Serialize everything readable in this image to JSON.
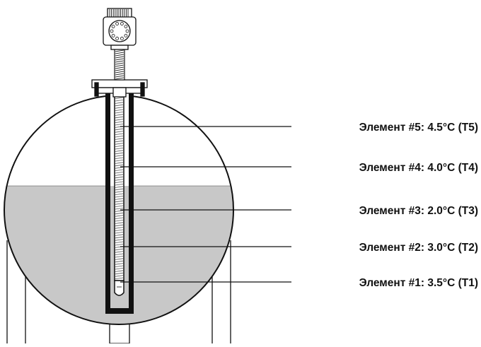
{
  "diagram": {
    "elements": [
      {
        "id": "T5",
        "label": "Элемент #5: 4.5°C (T5)"
      },
      {
        "id": "T4",
        "label": "Элемент #4: 4.0°C (T4)"
      },
      {
        "id": "T3",
        "label": "Элемент #3: 2.0°C (T3)"
      },
      {
        "id": "T2",
        "label": "Элемент #2: 3.0°C (T2)"
      },
      {
        "id": "T1",
        "label": "Элемент #1: 3.5°C (T1)"
      }
    ]
  },
  "colors": {
    "liquid": "#c8c8c8",
    "outline": "#111111",
    "background": "#ffffff"
  }
}
